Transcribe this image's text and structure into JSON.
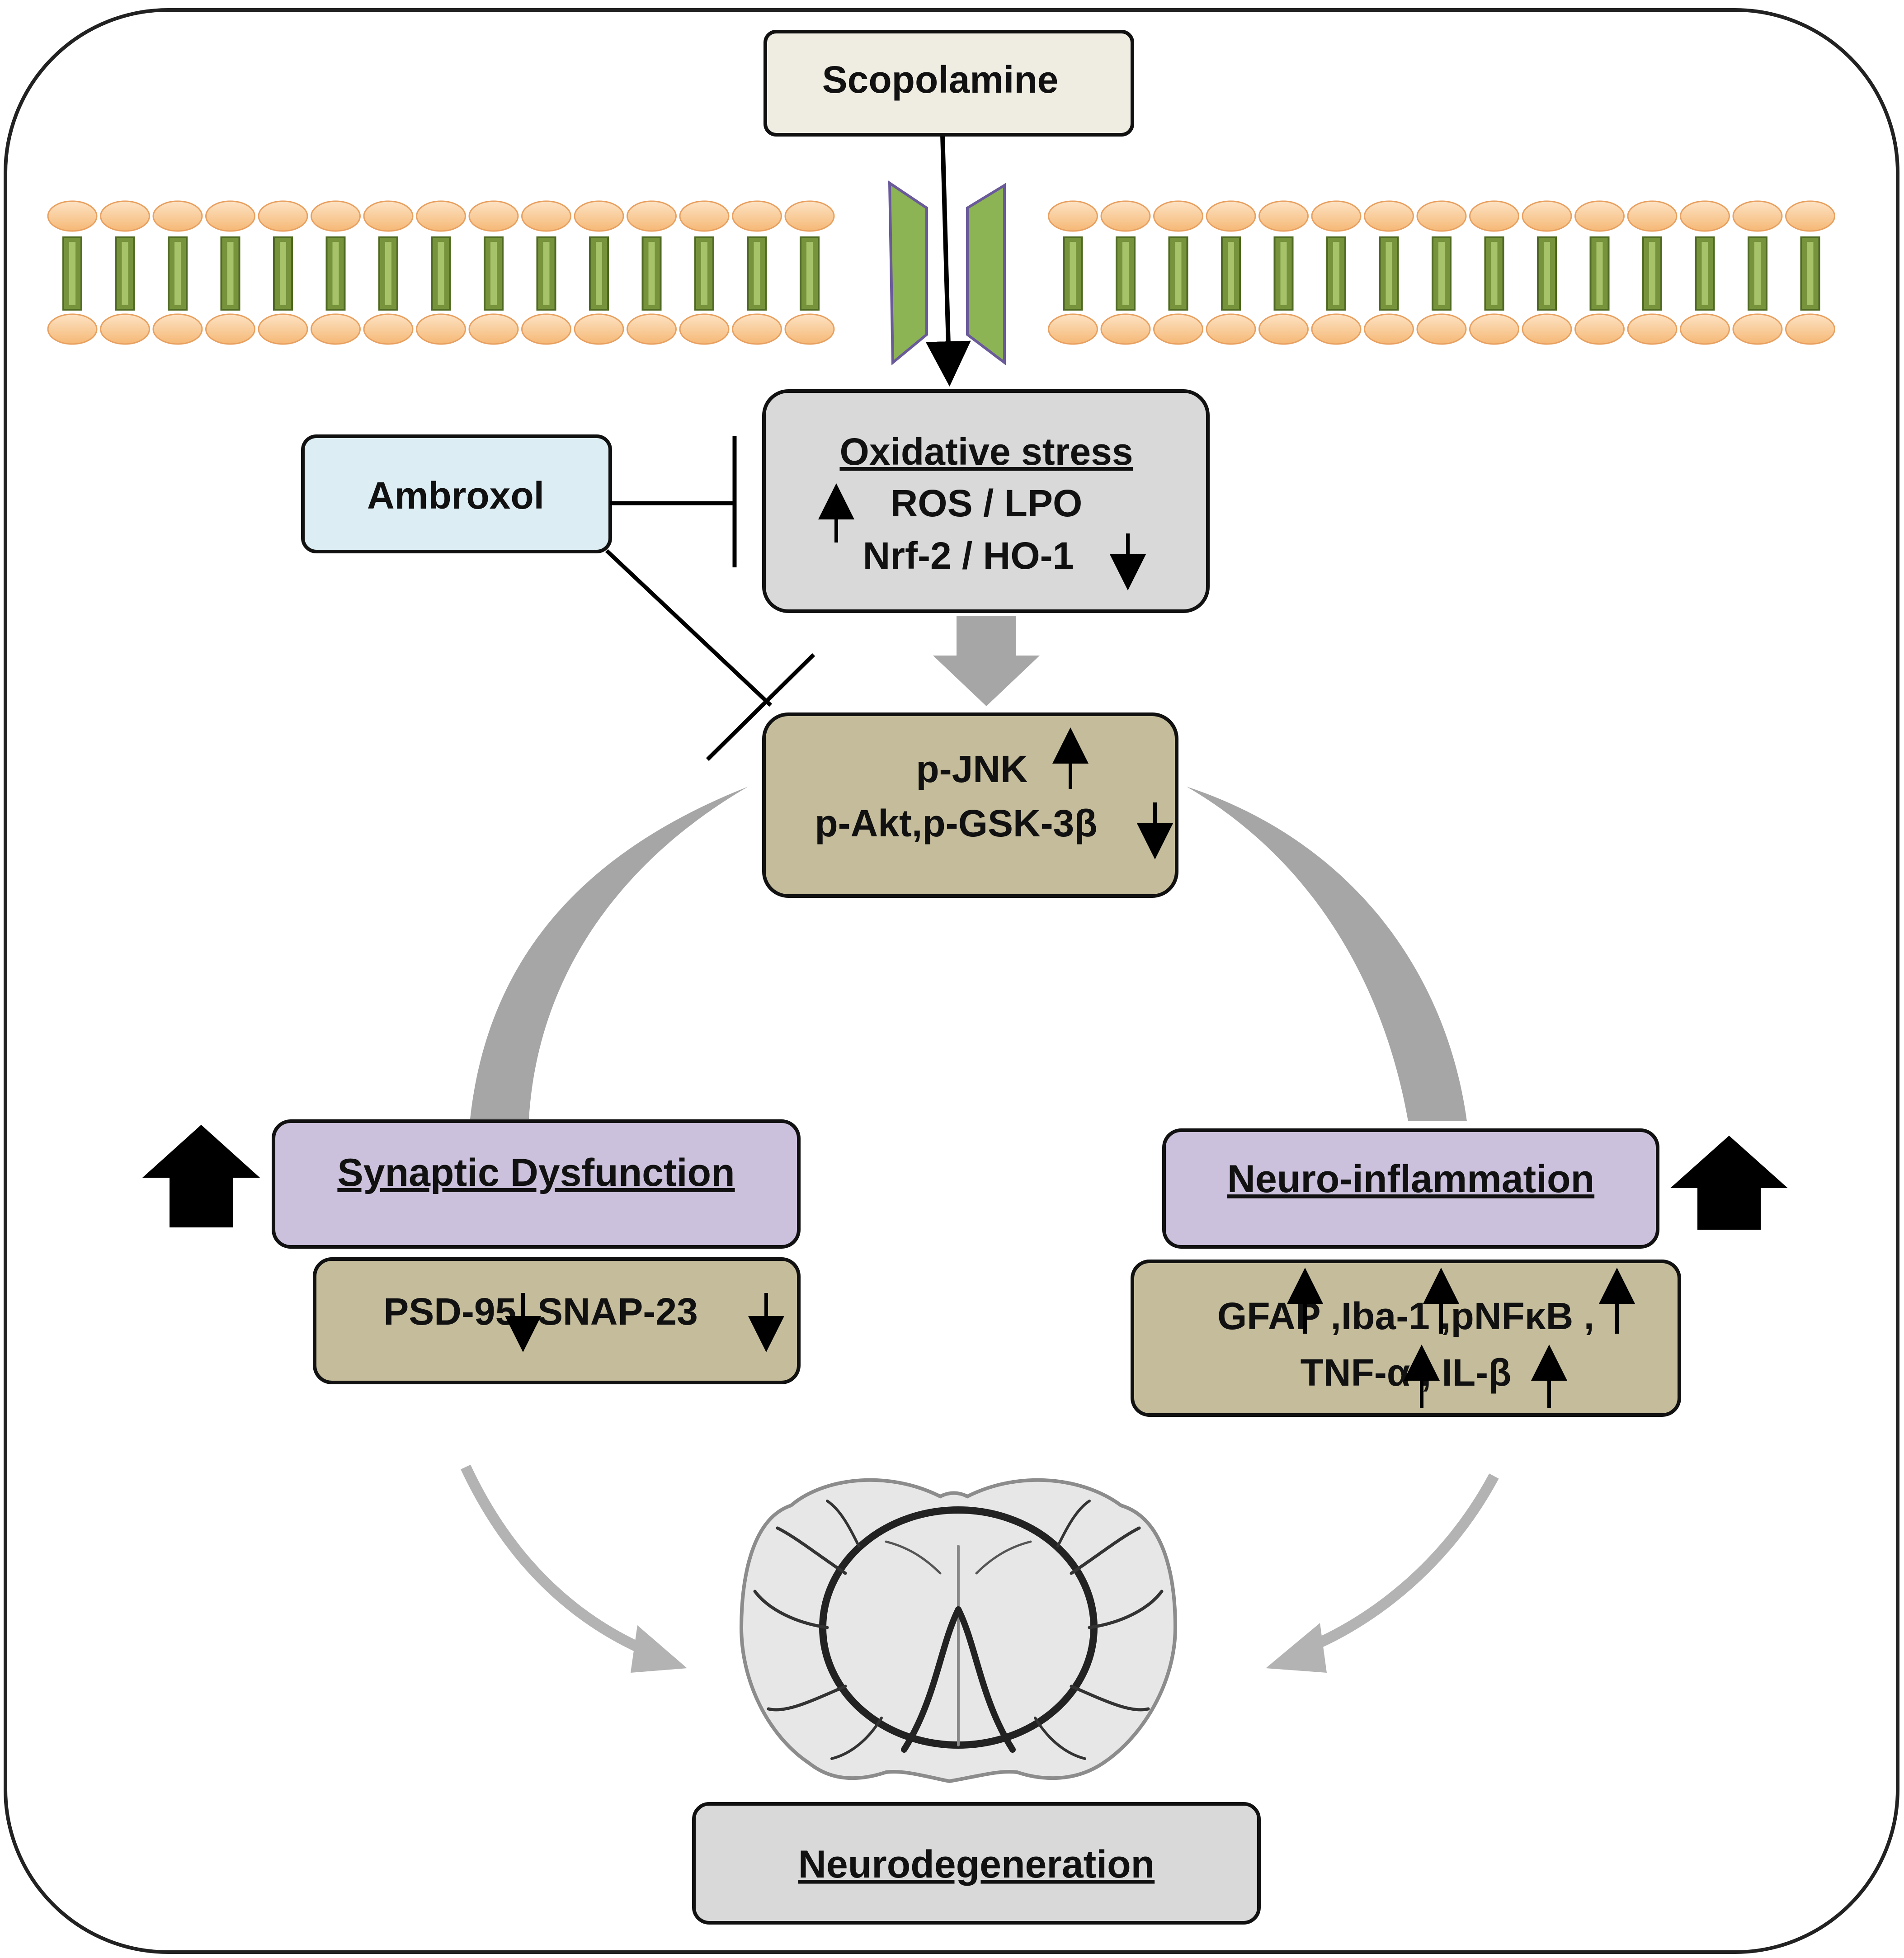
{
  "title": "",
  "nodes": {
    "scopolamine": "Scopolamine",
    "ambroxol": "Ambroxol",
    "oxidative_stress": {
      "heading": "Oxidative stress",
      "line1": "ROS / LPO",
      "line2": "Nrf-2 / HO-1"
    },
    "kinase": {
      "line1": "p-JNK",
      "line2": "p-Akt,p-GSK-3β"
    },
    "synaptic": {
      "heading": "Synaptic Dysfunction",
      "markers": "PSD-95 ,SNAP-23"
    },
    "inflammation": {
      "heading": "Neuro-inflammation",
      "line1": "GFAP ,Iba-1 ,pNFκB ,",
      "line2": "TNF-α , IL-β"
    },
    "neurodegeneration": "Neurodegeneration"
  },
  "colors": {
    "scopolamine_box": "#efece2",
    "ambroxol_box": "#dcedf3",
    "oxidative_box": "#d9d9d9",
    "kinase_box": "#c4bc9b",
    "heading_box": "#ccc1dc",
    "marker_box": "#c4bc9b",
    "outcome_box": "#d9d9d9",
    "membrane_head": "#f9c590",
    "membrane_tail": "#77933c",
    "channel": "#8db454",
    "flow_arrow": "#a6a6a6"
  },
  "icons": {
    "membrane": "lipid-bilayer-icon",
    "channel": "ion-channel-icon",
    "brain": "brain-vasculature-icon"
  }
}
